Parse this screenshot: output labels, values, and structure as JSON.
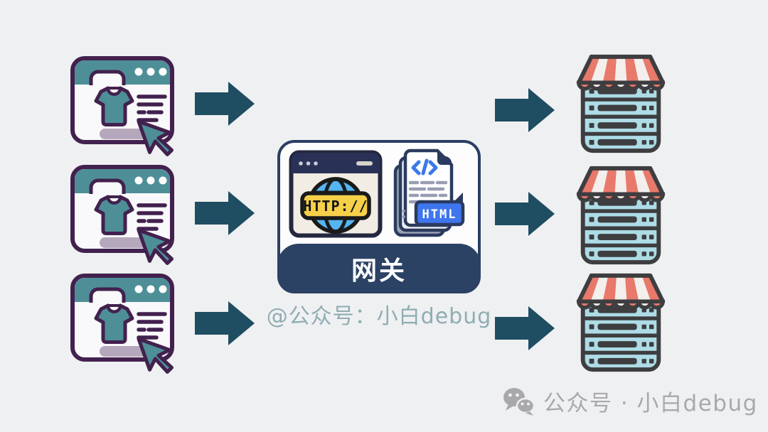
{
  "diagram": {
    "type": "flow",
    "description_labels": []
  },
  "clients": {
    "count": 3,
    "icon": "browser-shop-window-with-cursor-icon"
  },
  "arrows": {
    "left_count": 3,
    "right_count": 3,
    "direction": "right",
    "color": "#1f4d62"
  },
  "gateway": {
    "label": "网关",
    "caption": "@公众号：小白debug",
    "http_badge": "HTTP://",
    "html_badge": "HTML",
    "icons": [
      "http-browser-globe-icon",
      "html-file-icon"
    ]
  },
  "servers": {
    "count": 3,
    "icon": "shop-awning-server-rack-icon"
  },
  "watermark": {
    "icon": "wechat-icon",
    "text": "公众号 · 小白debug"
  },
  "colors": {
    "background": "#eff0f2",
    "arrow": "#1f4d62",
    "client_outline": "#42214e",
    "client_teal": "#4e8f97",
    "client_pill": "#b5a8bc",
    "gateway_border": "#2b3f63",
    "gateway_banner": "#2c4264",
    "http_yellow": "#f6d049",
    "globe_blue": "#54b5f0",
    "html_blue": "#3f75ee",
    "server_outline": "#3e3d40",
    "awning_coral": "#e8796b",
    "server_blue": "#addce6",
    "caption_text": "#8fadb2",
    "watermark_gray": "#a9a9ad"
  }
}
